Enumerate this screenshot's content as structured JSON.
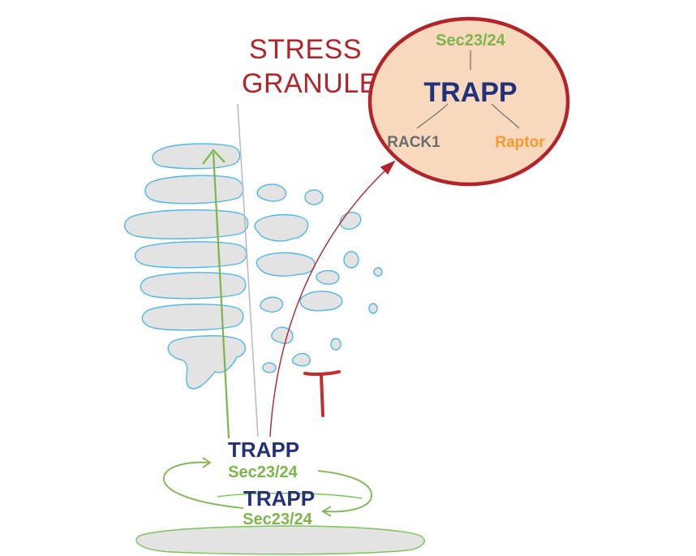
{
  "stress_granule": {
    "title_line1": "STRESS",
    "title_line2": "GRANULE",
    "center_label": "TRAPP",
    "top_label": "Sec23/24",
    "left_label": "RACK1",
    "right_label": "Raptor"
  },
  "golgi_bottom": {
    "trapp_upper": "TRAPP",
    "sec_upper": "Sec23/24",
    "trapp_lower": "TRAPP",
    "sec_lower": "Sec23/24"
  },
  "colors": {
    "stress_red": "#b3232a",
    "trapp_blue": "#23307a",
    "sec_green": "#7ab648",
    "raptor_orange": "#f29a2e",
    "rack_gray": "#6b6b6b",
    "granule_fill": "#f9d9bd",
    "membrane_blue": "#4fb8e6"
  }
}
